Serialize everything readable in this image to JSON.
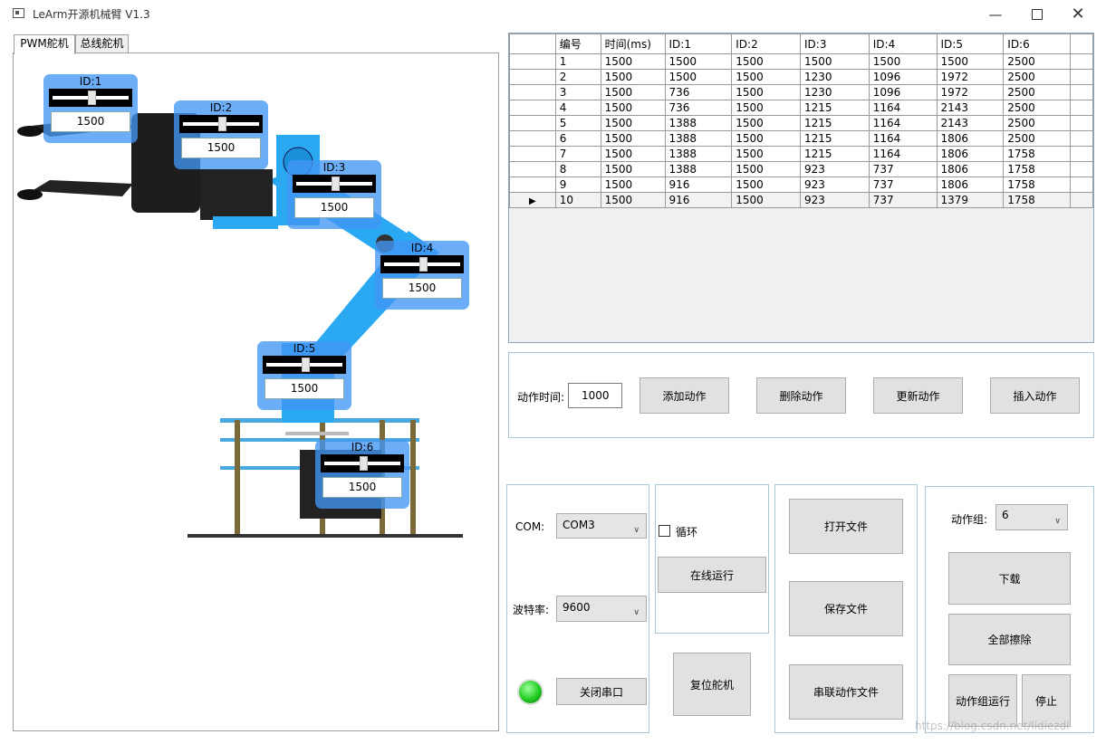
{
  "window": {
    "title": "LeArm开源机械臂 V1.3"
  },
  "tabs": [
    {
      "label": "PWM舵机"
    },
    {
      "label": "总线舵机"
    }
  ],
  "servos": [
    {
      "label": "ID:1",
      "value": "1500"
    },
    {
      "label": "ID:2",
      "value": "1500"
    },
    {
      "label": "ID:3",
      "value": "1500"
    },
    {
      "label": "ID:4",
      "value": "1500"
    },
    {
      "label": "ID:5",
      "value": "1500"
    },
    {
      "label": "ID:6",
      "value": "1500"
    }
  ],
  "table": {
    "columns": [
      "编号",
      "时间(ms)",
      "ID:1",
      "ID:2",
      "ID:3",
      "ID:4",
      "ID:5",
      "ID:6"
    ],
    "rows": [
      [
        "1",
        "1500",
        "1500",
        "1500",
        "1500",
        "1500",
        "1500",
        "2500"
      ],
      [
        "2",
        "1500",
        "1500",
        "1500",
        "1230",
        "1096",
        "1972",
        "2500"
      ],
      [
        "3",
        "1500",
        "736",
        "1500",
        "1230",
        "1096",
        "1972",
        "2500"
      ],
      [
        "4",
        "1500",
        "736",
        "1500",
        "1215",
        "1164",
        "2143",
        "2500"
      ],
      [
        "5",
        "1500",
        "1388",
        "1500",
        "1215",
        "1164",
        "2143",
        "2500"
      ],
      [
        "6",
        "1500",
        "1388",
        "1500",
        "1215",
        "1164",
        "1806",
        "2500"
      ],
      [
        "7",
        "1500",
        "1388",
        "1500",
        "1215",
        "1164",
        "1806",
        "1758"
      ],
      [
        "8",
        "1500",
        "1388",
        "1500",
        "923",
        "737",
        "1806",
        "1758"
      ],
      [
        "9",
        "1500",
        "916",
        "1500",
        "923",
        "737",
        "1806",
        "1758"
      ],
      [
        "10",
        "1500",
        "916",
        "1500",
        "923",
        "737",
        "1379",
        "1758"
      ]
    ],
    "selected_row": 10,
    "row_pointer": "▶"
  },
  "action": {
    "time_label": "动作时间:",
    "time_value": "1000",
    "add_label": "添加动作",
    "delete_label": "删除动作",
    "update_label": "更新动作",
    "insert_label": "插入动作"
  },
  "serial": {
    "com_label": "COM:",
    "com_value": "COM3",
    "baud_label": "波特率:",
    "baud_value": "9600",
    "close_label": "关闭串口",
    "status_color": "#22cc22"
  },
  "run": {
    "loop_label": "循环",
    "online_label": "在线运行",
    "reset_label": "复位舵机"
  },
  "files": {
    "open_label": "打开文件",
    "save_label": "保存文件",
    "concat_label": "串联动作文件"
  },
  "group": {
    "label": "动作组:",
    "value": "6",
    "download_label": "下载",
    "erase_label": "全部擦除",
    "run_label": "动作组运行",
    "stop_label": "停止"
  },
  "watermark": "https://blog.csdn.net/lidiezdl"
}
